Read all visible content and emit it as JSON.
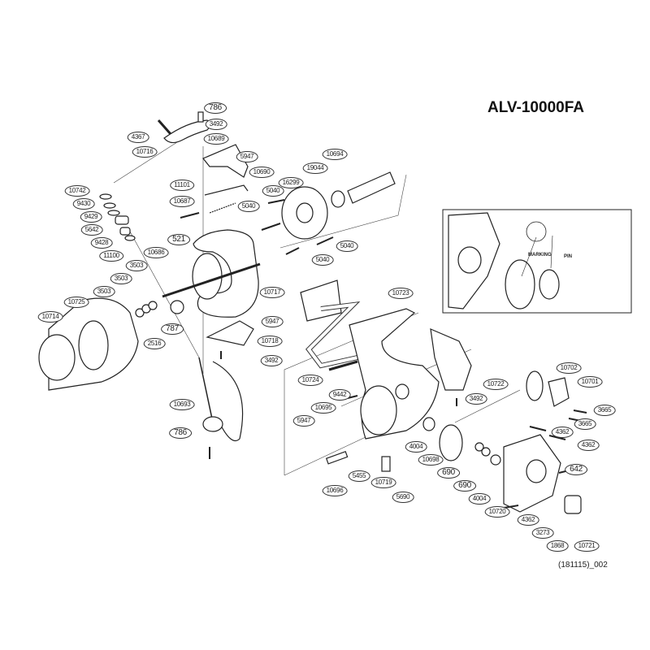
{
  "title": "ALV-10000FA",
  "footer": "(181115)_002",
  "inset": {
    "marking": "MARKING",
    "pin": "PIN"
  },
  "labels": [
    "786",
    "4367",
    "3492",
    "10716",
    "10689",
    "5947",
    "10690",
    "11101",
    "10694",
    "19044",
    "16299",
    "10687",
    "10742",
    "9430",
    "9429",
    "5642",
    "9428",
    "11100",
    "5040",
    "5040",
    "5040",
    "5040",
    "521",
    "10686",
    "3503",
    "3503",
    "3503",
    "10725",
    "10717",
    "10714",
    "787",
    "2516",
    "5947",
    "10718",
    "3492",
    "10723",
    "10724",
    "9442",
    "10695",
    "5947",
    "10722",
    "3492",
    "10702",
    "10701",
    "3665",
    "3665",
    "4362",
    "4362",
    "4004",
    "10698",
    "690",
    "690",
    "4004",
    "10720",
    "642",
    "4362",
    "3273",
    "1868",
    "10721",
    "10696",
    "5455",
    "10719",
    "5690",
    "10693",
    "786"
  ]
}
